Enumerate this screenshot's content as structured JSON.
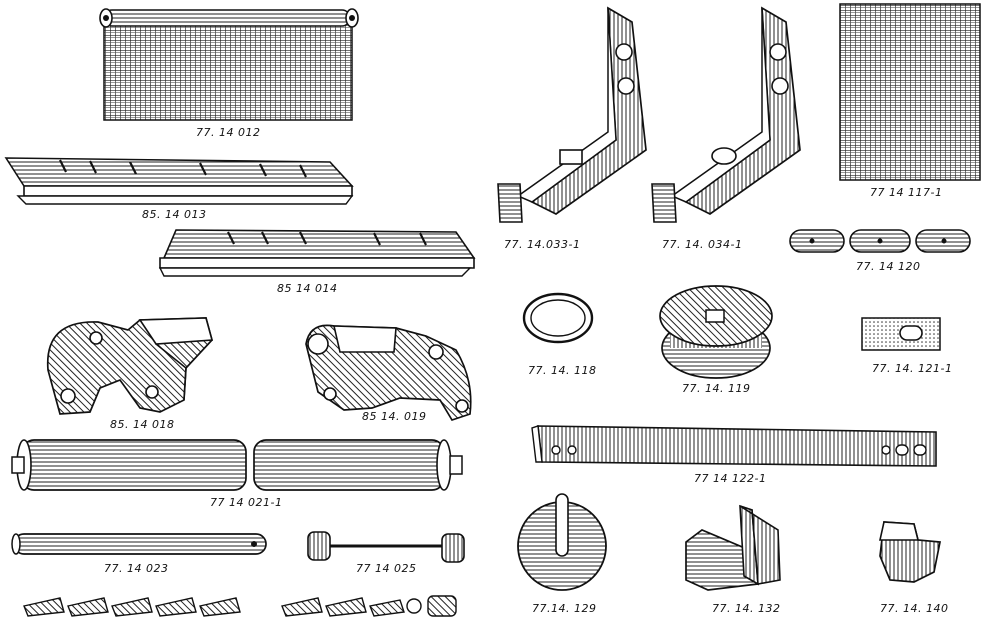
{
  "parts": [
    {
      "id": "p012",
      "label": "77. 14 012"
    },
    {
      "id": "p013",
      "label": "85. 14 013"
    },
    {
      "id": "p014",
      "label": "85 14 014"
    },
    {
      "id": "p018",
      "label": "85. 14 018"
    },
    {
      "id": "p019",
      "label": "85 14. 019"
    },
    {
      "id": "p021",
      "label": "77 14 021-1"
    },
    {
      "id": "p023",
      "label": "77. 14 023"
    },
    {
      "id": "p025",
      "label": "77 14 025"
    },
    {
      "id": "p033",
      "label": "77. 14.033-1"
    },
    {
      "id": "p034",
      "label": "77. 14. 034-1"
    },
    {
      "id": "p117",
      "label": "77 14 117-1"
    },
    {
      "id": "p120",
      "label": "77. 14 120"
    },
    {
      "id": "p118",
      "label": "77. 14. 118"
    },
    {
      "id": "p119",
      "label": "77. 14. 119"
    },
    {
      "id": "p121",
      "label": "77. 14. 121-1"
    },
    {
      "id": "p122",
      "label": "77 14 122-1"
    },
    {
      "id": "p129",
      "label": "77.14. 129"
    },
    {
      "id": "p132",
      "label": "77. 14. 132"
    },
    {
      "id": "p140",
      "label": "77. 14. 140"
    }
  ]
}
